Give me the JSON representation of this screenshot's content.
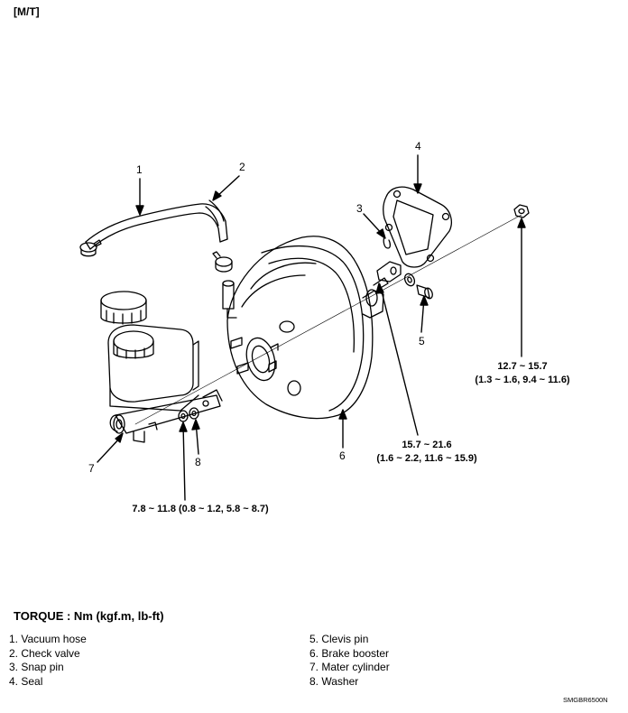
{
  "header": {
    "mode_label": "[M/T]"
  },
  "callouts": [
    "1",
    "2",
    "3",
    "4",
    "5",
    "6",
    "7",
    "8"
  ],
  "torques": {
    "cap": [
      "12.7 ~ 15.7",
      "(1.3 ~ 1.6, 9.4 ~ 11.6)"
    ],
    "clevis": [
      "15.7 ~ 21.6",
      "(1.6 ~ 2.2, 11.6 ~ 15.9)"
    ],
    "master": [
      "7.8 ~ 11.8 (0.8 ~ 1.2, 5.8 ~ 8.7)"
    ]
  },
  "legend": {
    "title": "TORQUE : Nm (kgf.m, lb-ft)",
    "col1": [
      "1. Vacuum hose",
      "2. Check valve",
      "3. Snap pin",
      "4. Seal"
    ],
    "col2": [
      "5. Clevis pin",
      "6. Brake booster",
      "7. Mater cylinder",
      "8. Washer"
    ]
  },
  "footer": {
    "code": "SMGBR6500N"
  }
}
